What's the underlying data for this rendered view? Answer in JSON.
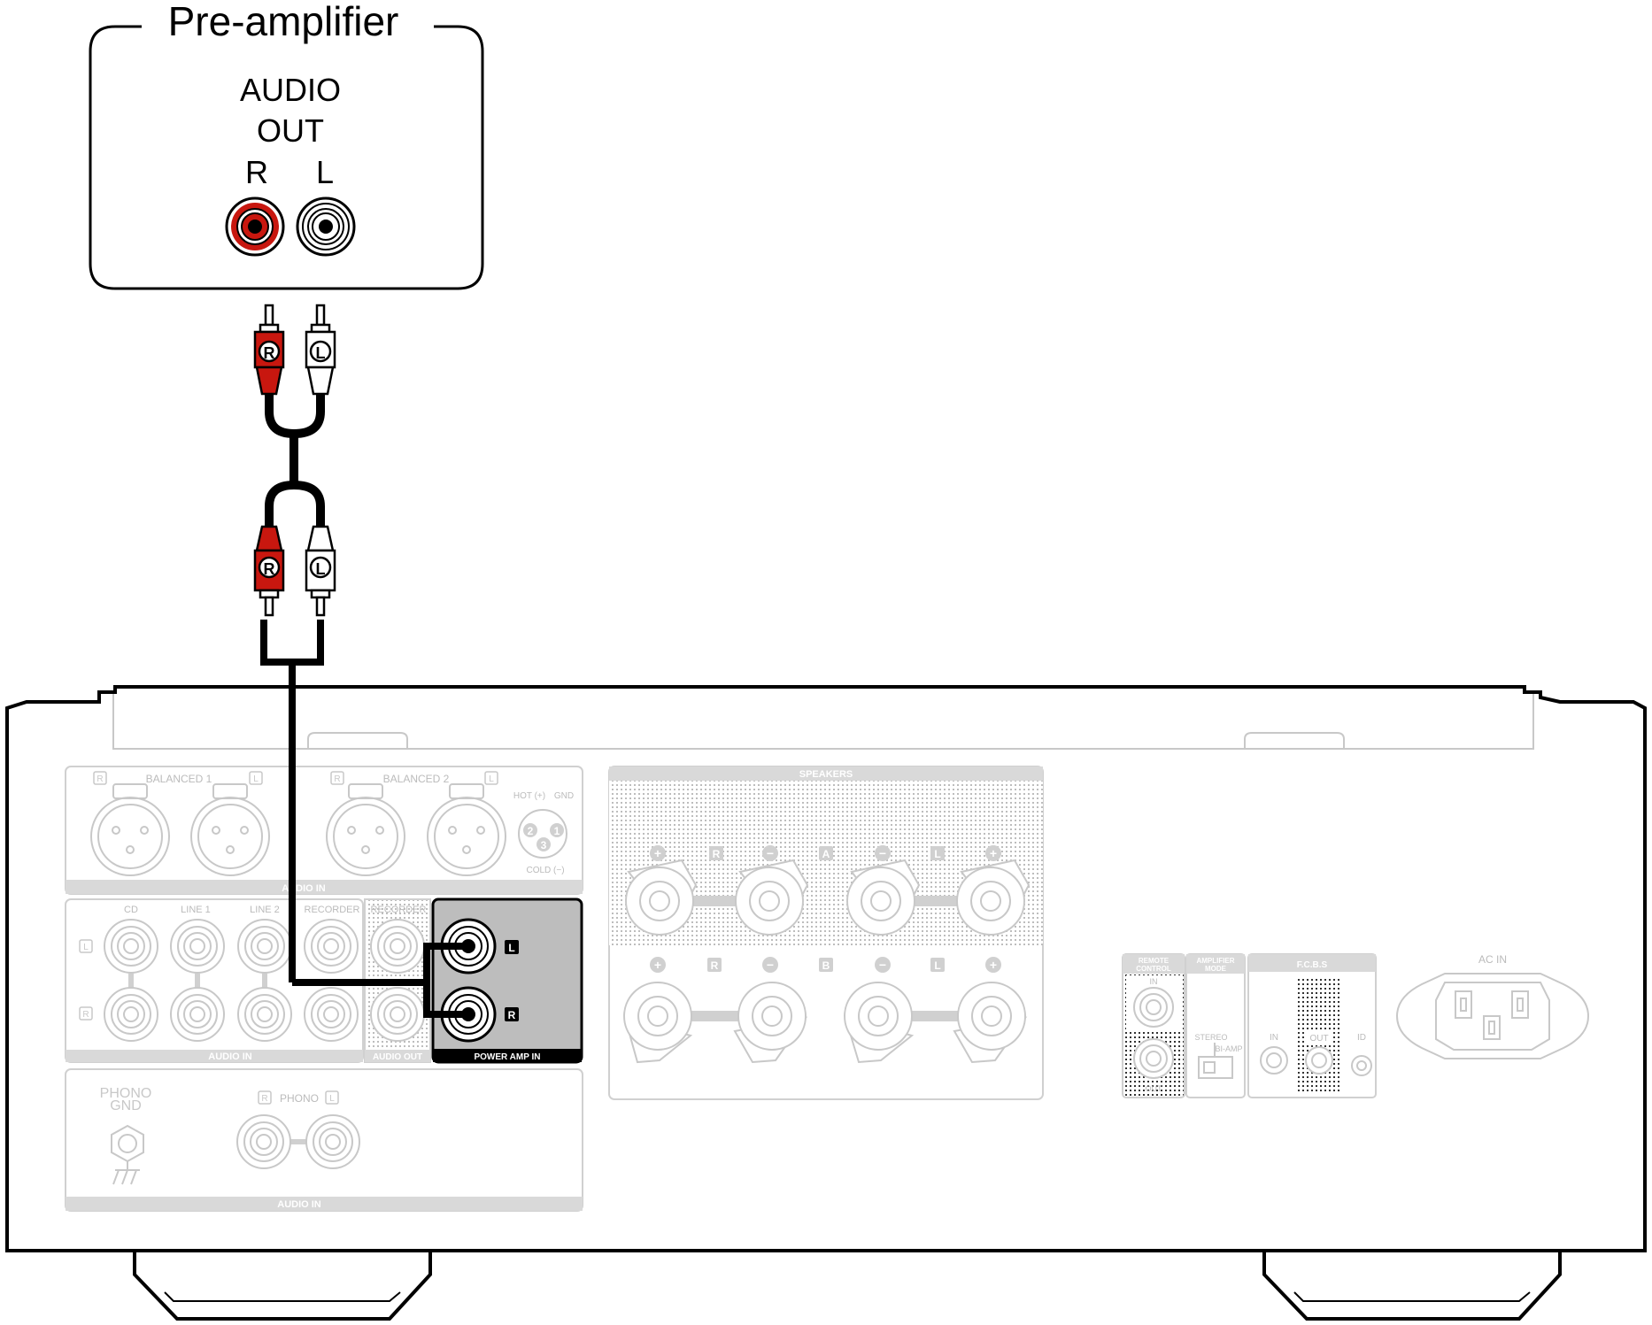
{
  "preamp": {
    "title": "Pre-amplifier",
    "audio_out_line1": "AUDIO",
    "audio_out_line2": "OUT",
    "r": "R",
    "l": "L"
  },
  "plugs": {
    "r": "R",
    "l": "L"
  },
  "amp": {
    "balanced1": "BALANCED 1",
    "balanced2": "BALANCED 2",
    "r": "R",
    "l": "L",
    "b": "B",
    "a": "A",
    "hot": "HOT (+)",
    "gnd": "GND",
    "cold": "COLD (−)",
    "pin1": "1",
    "pin2": "2",
    "pin3": "3",
    "audio_in": "AUDIO IN",
    "cd": "CD",
    "line1": "LINE 1",
    "line2": "LINE 2",
    "recorder": "RECORDER",
    "audio_out": "AUDIO OUT",
    "power_amp_in": "POWER AMP IN",
    "phono_gnd_1": "PHONO",
    "phono_gnd_2": "GND",
    "phono": "PHONO",
    "speakers": "SPEAKERS",
    "plus": "+",
    "minus": "−",
    "remote_control_1": "REMOTE",
    "remote_control_2": "CONTROL",
    "in": "IN",
    "out": "OUT",
    "amplifier_mode_1": "AMPLIFIER",
    "amplifier_mode_2": "MODE",
    "stereo": "STEREO",
    "bi_amp": "BI-AMP",
    "fcbs": "F.C.B.S",
    "id": "ID",
    "ac_in": "AC IN"
  },
  "colors": {
    "outline": "#000000",
    "faint": "#c8c8c8",
    "panel": "#d9d9d9",
    "red": "#c8170f",
    "highlight_panel": "#bdbdbd"
  }
}
